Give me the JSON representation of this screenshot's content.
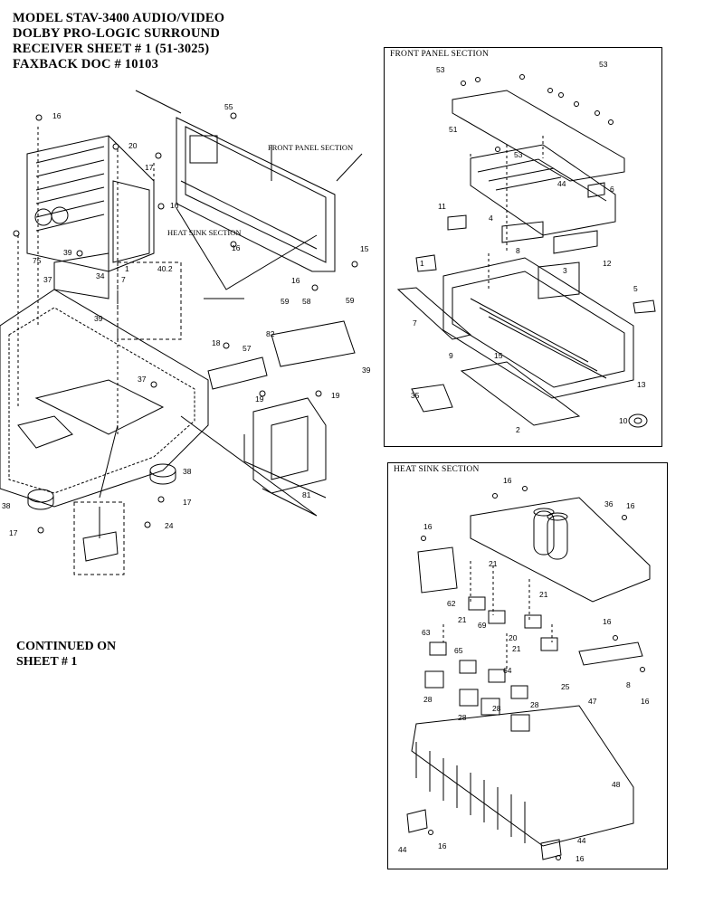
{
  "title": {
    "line1": "MODEL STAV-3400 AUDIO/VIDEO",
    "line2": "DOLBY PRO-LOGIC SURROUND",
    "line3": "RECEIVER  SHEET # 1   (51-3025)",
    "line4": "FAXBACK DOC # 10103"
  },
  "continued": {
    "line1": "CONTINUED ON",
    "line2": "SHEET # 1"
  },
  "front_panel_section": {
    "title": "FRONT PANEL SECTION",
    "part_labels": [
      "53",
      "53",
      "51",
      "53",
      "44",
      "6",
      "11",
      "4",
      "3",
      "12",
      "8",
      "7",
      "9",
      "15",
      "2",
      "13",
      "35",
      "10",
      "1",
      "5"
    ]
  },
  "heat_sink_section": {
    "title": "HEAT SINK SECTION",
    "part_labels": [
      "16",
      "16",
      "36",
      "16",
      "21",
      "21",
      "62",
      "69",
      "63",
      "21",
      "21",
      "65",
      "20",
      "64",
      "16",
      "28",
      "28",
      "28",
      "28",
      "25",
      "47",
      "8",
      "16",
      "48",
      "44",
      "16",
      "44",
      "16"
    ]
  },
  "main_assembly": {
    "callouts": [
      "FRONT PANEL SECTION",
      "HEAT SINK SECTION"
    ],
    "part_labels": [
      "16",
      "55",
      "20",
      "17",
      "16",
      "16",
      "15",
      "16",
      "39",
      "75",
      "34",
      "37",
      "39",
      "1",
      "7",
      "40.2",
      "18",
      "82",
      "59",
      "58",
      "59",
      "57",
      "39",
      "19",
      "19",
      "37",
      "38",
      "17",
      "38",
      "17",
      "24",
      "81"
    ]
  }
}
